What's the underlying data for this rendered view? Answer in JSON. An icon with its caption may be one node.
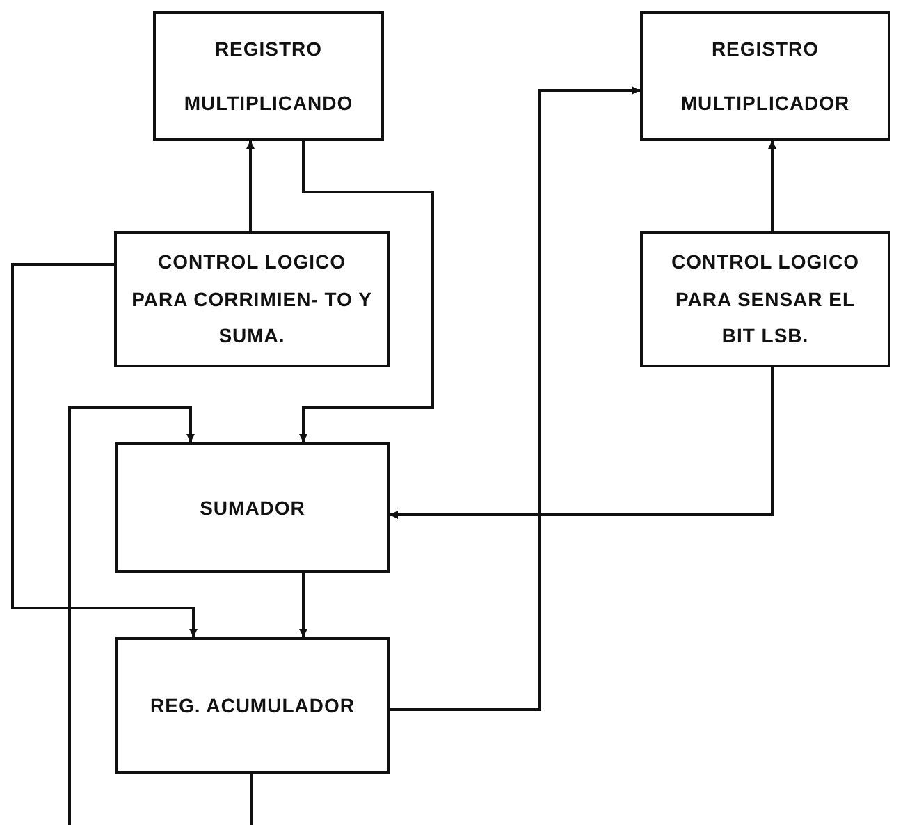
{
  "diagram": {
    "nodes": [
      {
        "text": [
          "REGISTRO",
          "MULTIPLICANDO"
        ]
      },
      {
        "text": [
          "REGISTRO",
          "MULTIPLICADOR"
        ]
      },
      {
        "text": [
          "CONTROL LOGICO PARA CORRIMIEN- TO Y SUMA."
        ]
      },
      {
        "text": [
          "CONTROL LOGICO PARA SENSAR EL BIT LSB."
        ]
      },
      {
        "text": [
          "SUMADOR"
        ]
      },
      {
        "text": [
          "REG. ACUMULADOR"
        ]
      }
    ],
    "edges": [
      {
        "from": 2,
        "to": 0,
        "arrow": "to"
      },
      {
        "from": 0,
        "to": 4,
        "arrow": "to"
      },
      {
        "from": null,
        "to": 4,
        "arrow": "to"
      },
      {
        "from": 2,
        "to": 5,
        "arrow": "to"
      },
      {
        "from": 4,
        "to": 5,
        "arrow": "to"
      },
      {
        "from": 3,
        "to": 1,
        "arrow": "to"
      },
      {
        "from": 3,
        "to": 4,
        "arrow": "to"
      },
      {
        "from": 5,
        "to": 1,
        "arrow": "to"
      },
      {
        "from": 5,
        "to": null,
        "arrow": "none"
      }
    ]
  }
}
